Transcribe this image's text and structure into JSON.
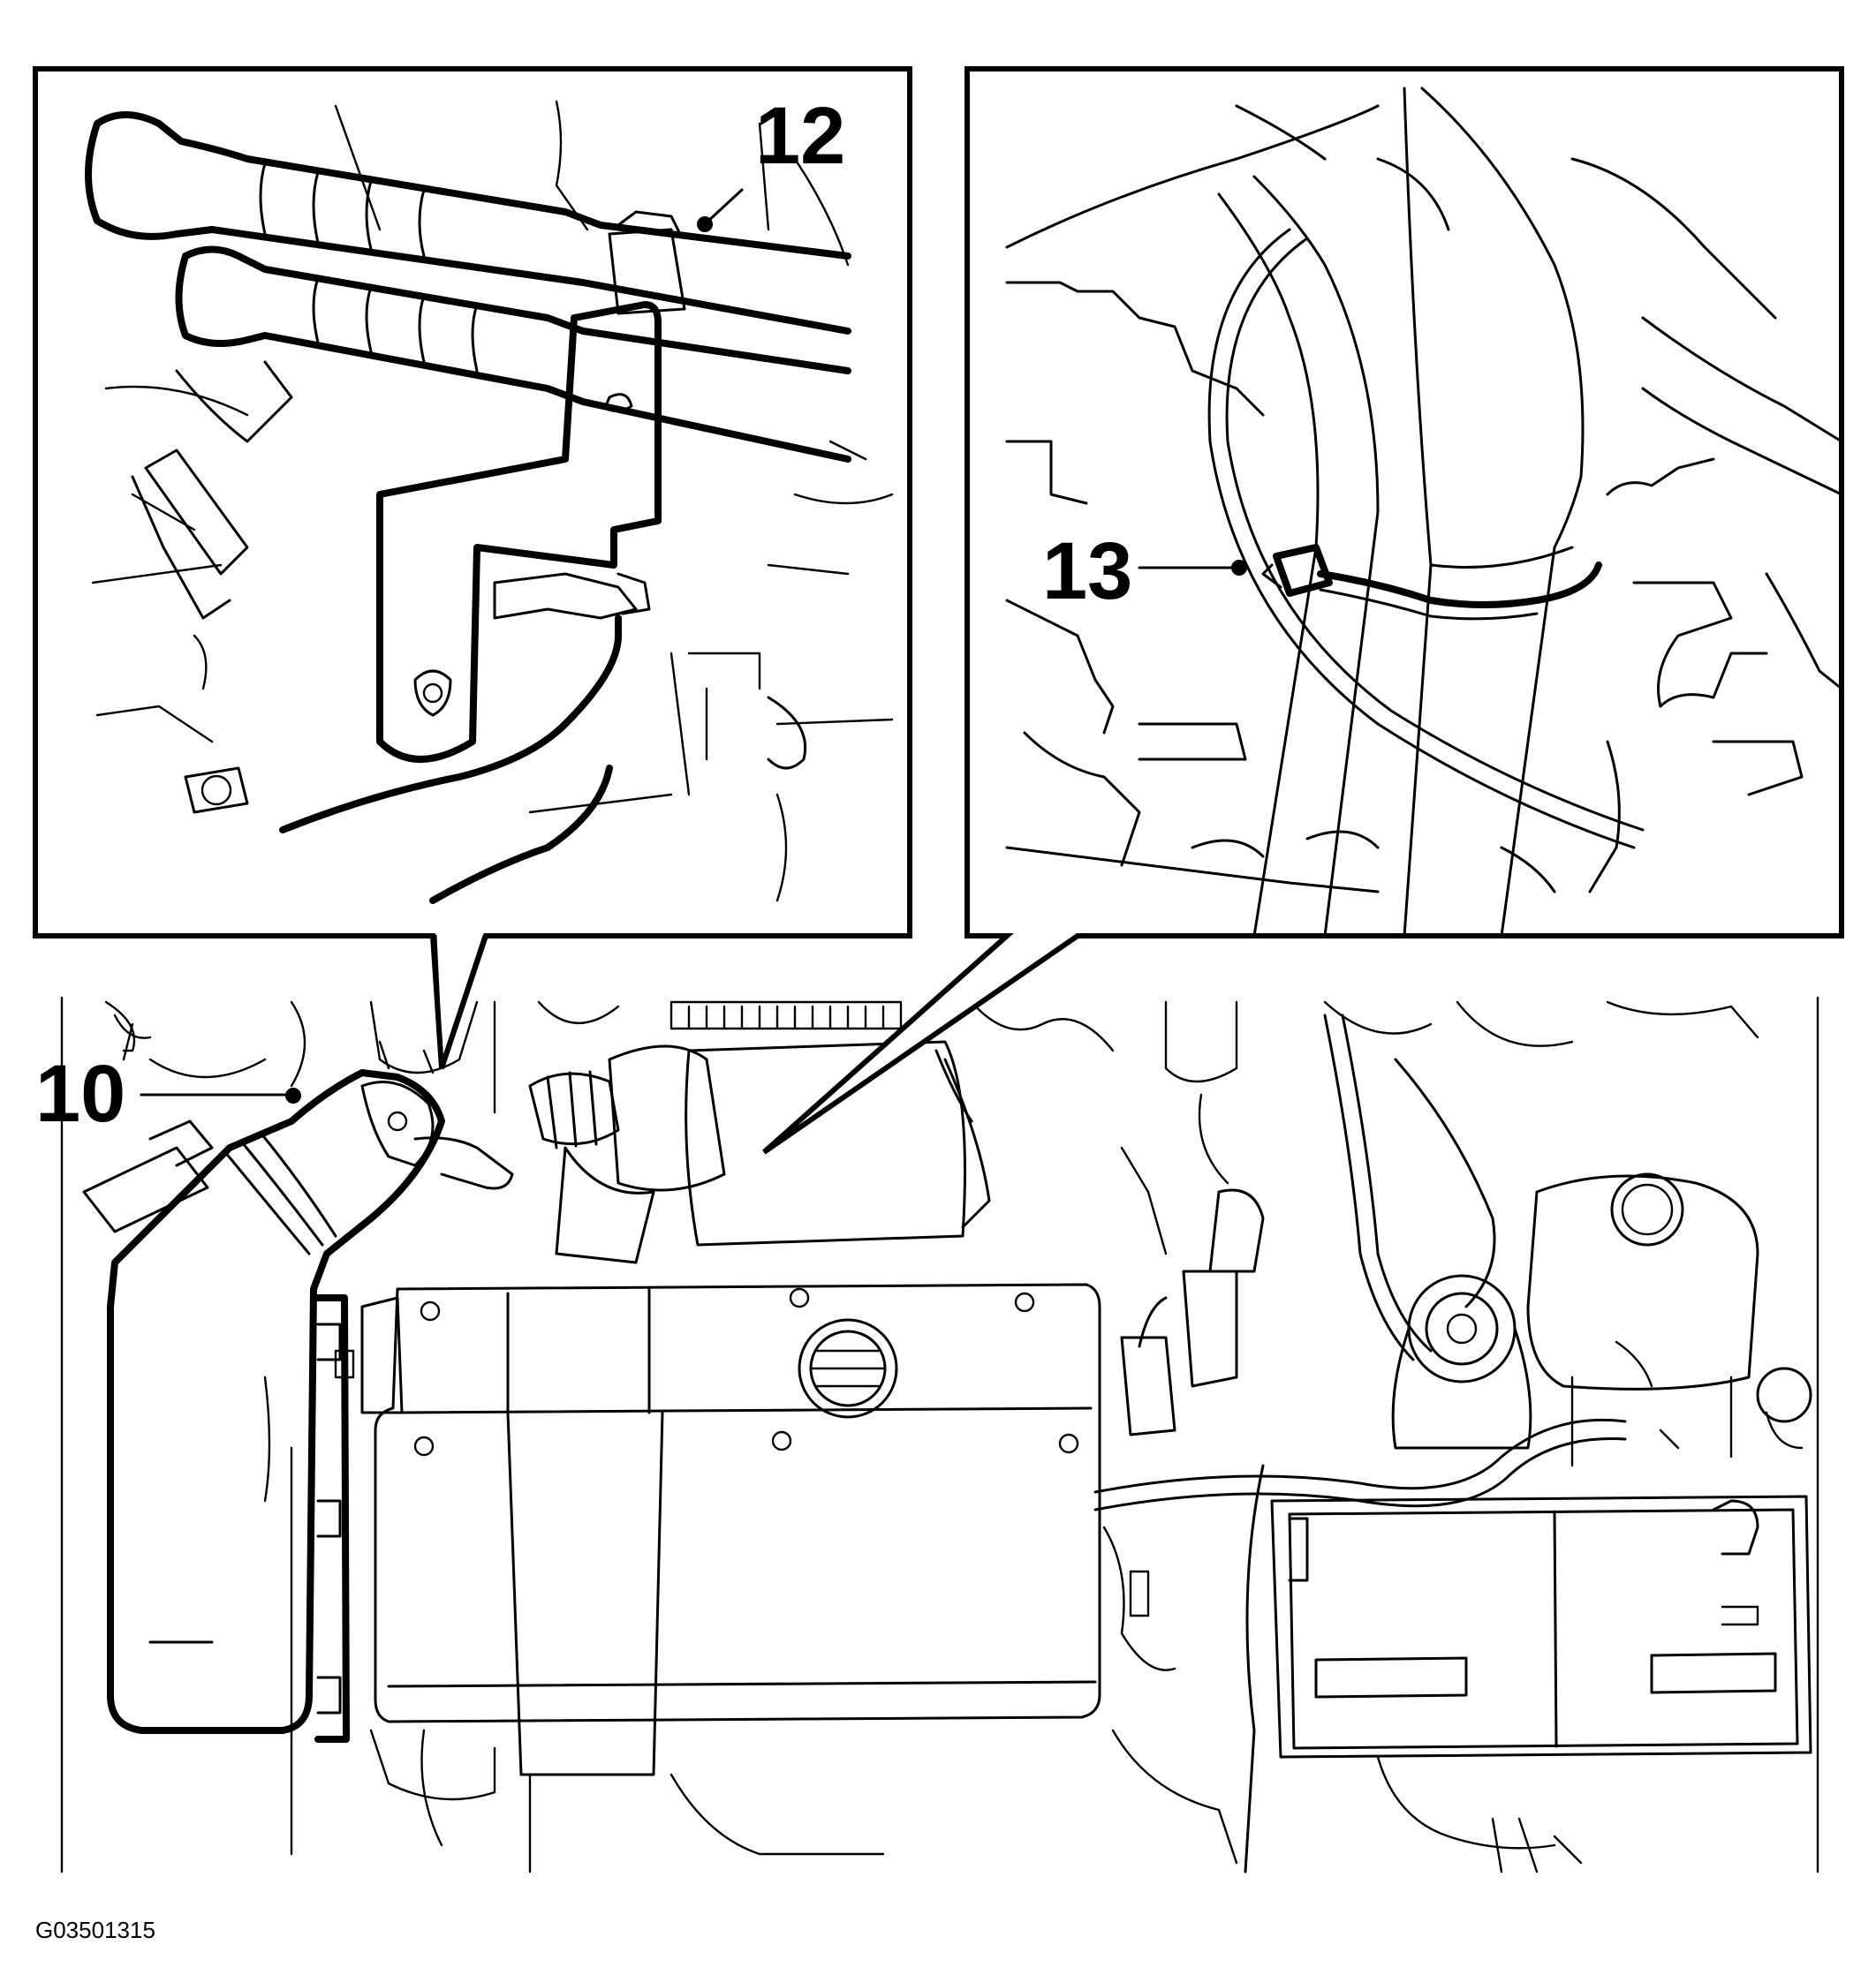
{
  "figure": {
    "id": "G03501315"
  },
  "callouts": [
    {
      "number": "10",
      "part": "intake-hose"
    },
    {
      "number": "12",
      "part": "hose-bracket"
    },
    {
      "number": "13",
      "part": "hose-clamp"
    }
  ],
  "colors": {
    "ink": "#000000",
    "paper": "#ffffff"
  }
}
